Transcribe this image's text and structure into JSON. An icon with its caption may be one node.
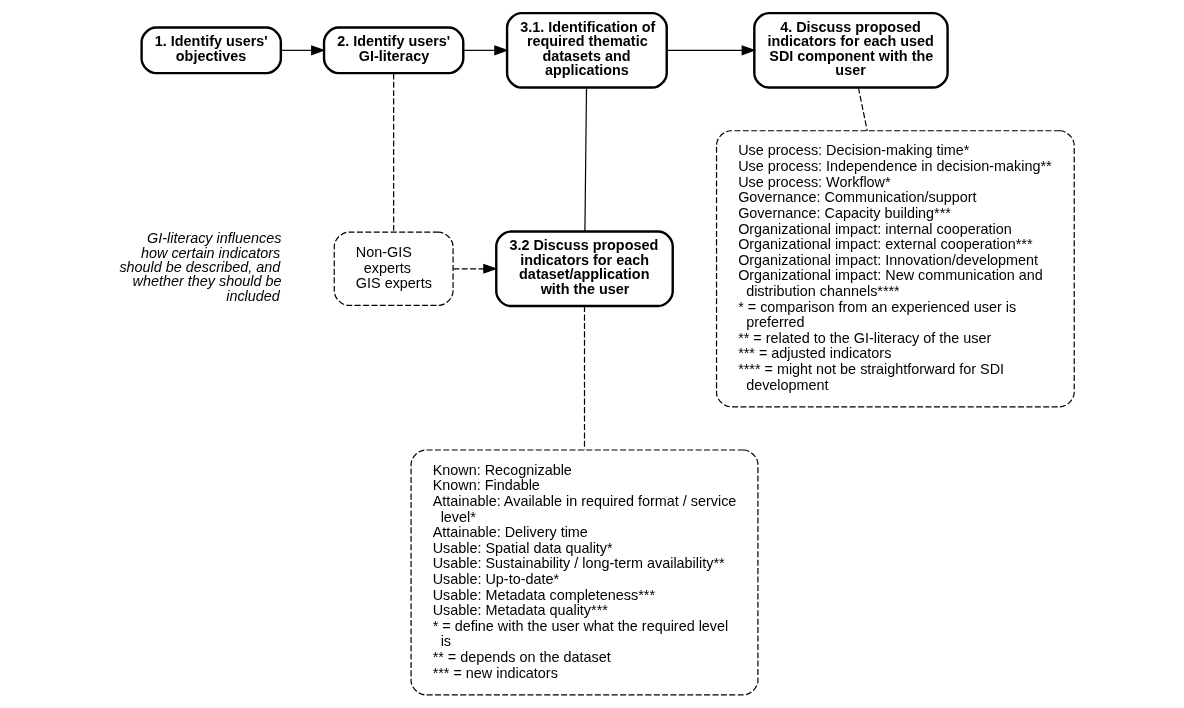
{
  "diagram": {
    "nodes": [
      {
        "text": [
          "1. Identify users' objectives"
        ]
      },
      {
        "text": [
          "2. Identify users' GI-literacy"
        ]
      },
      {
        "text": [
          "3.1. Identification of required thematic datasets and applications"
        ]
      },
      {
        "text": [
          "4. Discuss proposed indicators for each used SDI component with the user"
        ]
      },
      {
        "text": [
          "Non-GIS experts",
          "GIS experts"
        ],
        "beside": [
          "GI-literacy influences how certain indicators should be described, and whether they should be included"
        ]
      },
      {
        "text": [
          "3.2 Discuss proposed indicators for each dataset/application with the user"
        ]
      },
      {
        "text": [
          "Known: Recognizable",
          "Known: Findable",
          "Attainable: Available in required format / service level*",
          "Attainable: Delivery time",
          "Usable: Spatial data quality*",
          "Usable: Sustainability / long-term availability**",
          "Usable: Up-to-date*",
          "Usable: Metadata completeness***",
          "Usable: Metadata quality***",
          "* = define with the user what the required level is",
          "** = depends on the dataset",
          "*** = new indicators"
        ]
      },
      {
        "text": [
          "Use process: Decision-making time*",
          "Use process: Independence in decision-making**",
          "Use process: Workflow*",
          "Governance: Communication/support",
          "Governance: Capacity building***",
          "Organizational impact: internal cooperation",
          "Organizational impact: external cooperation***",
          "Organizational impact: Innovation/development",
          "Organizational impact: New communication and distribution channels****",
          "* = comparison from an experienced user is preferred",
          "** = related to the GI-literacy of the user",
          "*** = adjusted indicators",
          "**** = might not be straightforward for SDI development"
        ]
      }
    ],
    "edges": [
      {
        "from": 0,
        "to": 1,
        "arrow": "to"
      },
      {
        "from": 1,
        "to": 2,
        "arrow": "to"
      },
      {
        "from": 2,
        "to": 3,
        "arrow": "to"
      },
      {
        "from": 2,
        "to": 5,
        "arrow": "none"
      },
      {
        "from": 1,
        "to": 4,
        "arrow": "none",
        "style": "dashed"
      },
      {
        "from": 4,
        "to": 5,
        "arrow": "to",
        "style": "dashed"
      },
      {
        "from": 5,
        "to": 6,
        "arrow": "none",
        "style": "dashed"
      },
      {
        "from": 3,
        "to": 7,
        "arrow": "none",
        "style": "dashed"
      }
    ]
  }
}
